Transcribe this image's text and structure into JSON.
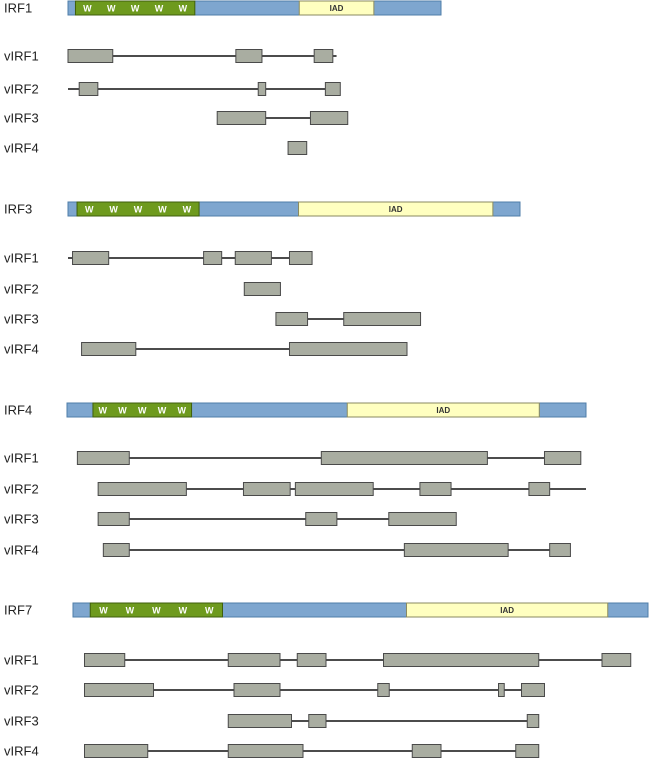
{
  "colors": {
    "protein_bar": "#7ea6cf",
    "protein_border": "#4f7ea8",
    "dbd": "#6e9a1e",
    "dbd_border": "#3f5f0c",
    "iad": "#ffffc0",
    "iad_border": "#8a8a60",
    "segment": "#a9ada1",
    "segment_border": "#4a4a4a",
    "line": "#111111",
    "label": "#222222"
  },
  "icons": {
    "w_marker": "tryptophan-repeat-marker"
  },
  "groups": [
    {
      "reference": {
        "label": "IRF1",
        "bar": [
          0,
          100
        ],
        "dbd": {
          "range": [
            2,
            34
          ],
          "w_labels": [
            "W",
            "W",
            "W",
            "W",
            "W"
          ]
        },
        "iad": {
          "range": [
            62,
            82
          ],
          "label": "IAD"
        }
      },
      "tracks": [
        {
          "label": "vIRF1",
          "line": [
            0,
            72
          ],
          "segments": [
            [
              0,
              12
            ],
            [
              45,
              52
            ],
            [
              66,
              71
            ]
          ]
        },
        {
          "label": "vIRF2",
          "line": [
            0,
            73
          ],
          "segments": [
            [
              3,
              8
            ],
            [
              51,
              53
            ],
            [
              69,
              73
            ]
          ]
        },
        {
          "label": "vIRF3",
          "line": [
            40,
            75
          ],
          "segments": [
            [
              40,
              53
            ],
            [
              65,
              75
            ]
          ]
        },
        {
          "label": "vIRF4",
          "line": [
            59,
            64
          ],
          "segments": [
            [
              59,
              64
            ]
          ]
        }
      ]
    },
    {
      "reference": {
        "label": "IRF3",
        "bar": [
          0,
          100
        ],
        "dbd": {
          "range": [
            2,
            29
          ],
          "w_labels": [
            "W",
            "W",
            "W",
            "W",
            "W"
          ]
        },
        "iad": {
          "range": [
            51,
            94
          ],
          "label": "IAD"
        }
      },
      "tracks": [
        {
          "label": "vIRF1",
          "line": [
            0,
            54
          ],
          "segments": [
            [
              1,
              9
            ],
            [
              30,
              34
            ],
            [
              37,
              45
            ],
            [
              49,
              54
            ]
          ]
        },
        {
          "label": "vIRF2",
          "line": [
            39,
            47
          ],
          "segments": [
            [
              39,
              47
            ]
          ]
        },
        {
          "label": "vIRF3",
          "line": [
            46,
            78
          ],
          "segments": [
            [
              46,
              53
            ],
            [
              61,
              78
            ]
          ]
        },
        {
          "label": "vIRF4",
          "line": [
            3,
            75
          ],
          "segments": [
            [
              3,
              15
            ],
            [
              49,
              75
            ]
          ]
        }
      ]
    },
    {
      "reference": {
        "label": "IRF4",
        "bar": [
          0,
          100
        ],
        "dbd": {
          "range": [
            5,
            24
          ],
          "w_labels": [
            "W",
            "W",
            "W",
            "W",
            "W"
          ]
        },
        "iad": {
          "range": [
            54,
            91
          ],
          "label": "IAD"
        }
      },
      "tracks": [
        {
          "label": "vIRF1",
          "line": [
            2,
            99
          ],
          "segments": [
            [
              2,
              12
            ],
            [
              49,
              81
            ],
            [
              92,
              99
            ]
          ]
        },
        {
          "label": "vIRF2",
          "line": [
            6,
            100
          ],
          "segments": [
            [
              6,
              23
            ],
            [
              34,
              43
            ],
            [
              44,
              59
            ],
            [
              68,
              74
            ],
            [
              89,
              93
            ]
          ]
        },
        {
          "label": "vIRF3",
          "line": [
            6,
            75
          ],
          "segments": [
            [
              6,
              12
            ],
            [
              46,
              52
            ],
            [
              62,
              75
            ]
          ]
        },
        {
          "label": "vIRF4",
          "line": [
            7,
            97
          ],
          "segments": [
            [
              7,
              12
            ],
            [
              65,
              85
            ],
            [
              93,
              97
            ]
          ]
        }
      ]
    },
    {
      "reference": {
        "label": "IRF7",
        "bar": [
          0,
          100
        ],
        "dbd": {
          "range": [
            3,
            26
          ],
          "w_labels": [
            "W",
            "W",
            "W",
            "W",
            "W"
          ]
        },
        "iad": {
          "range": [
            58,
            93
          ],
          "label": "IAD"
        }
      },
      "tracks": [
        {
          "label": "vIRF1",
          "line": [
            2,
            97
          ],
          "segments": [
            [
              2,
              9
            ],
            [
              27,
              36
            ],
            [
              39,
              44
            ],
            [
              54,
              81
            ],
            [
              92,
              97
            ]
          ]
        },
        {
          "label": "vIRF2",
          "line": [
            2,
            82
          ],
          "segments": [
            [
              2,
              14
            ],
            [
              28,
              36
            ],
            [
              53,
              55
            ],
            [
              74,
              75
            ],
            [
              78,
              82
            ]
          ]
        },
        {
          "label": "vIRF3",
          "line": [
            27,
            81
          ],
          "segments": [
            [
              27,
              38
            ],
            [
              41,
              44
            ],
            [
              79,
              81
            ]
          ]
        },
        {
          "label": "vIRF4",
          "line": [
            2,
            81
          ],
          "segments": [
            [
              2,
              13
            ],
            [
              27,
              40
            ],
            [
              59,
              64
            ],
            [
              77,
              81
            ]
          ]
        }
      ]
    }
  ]
}
